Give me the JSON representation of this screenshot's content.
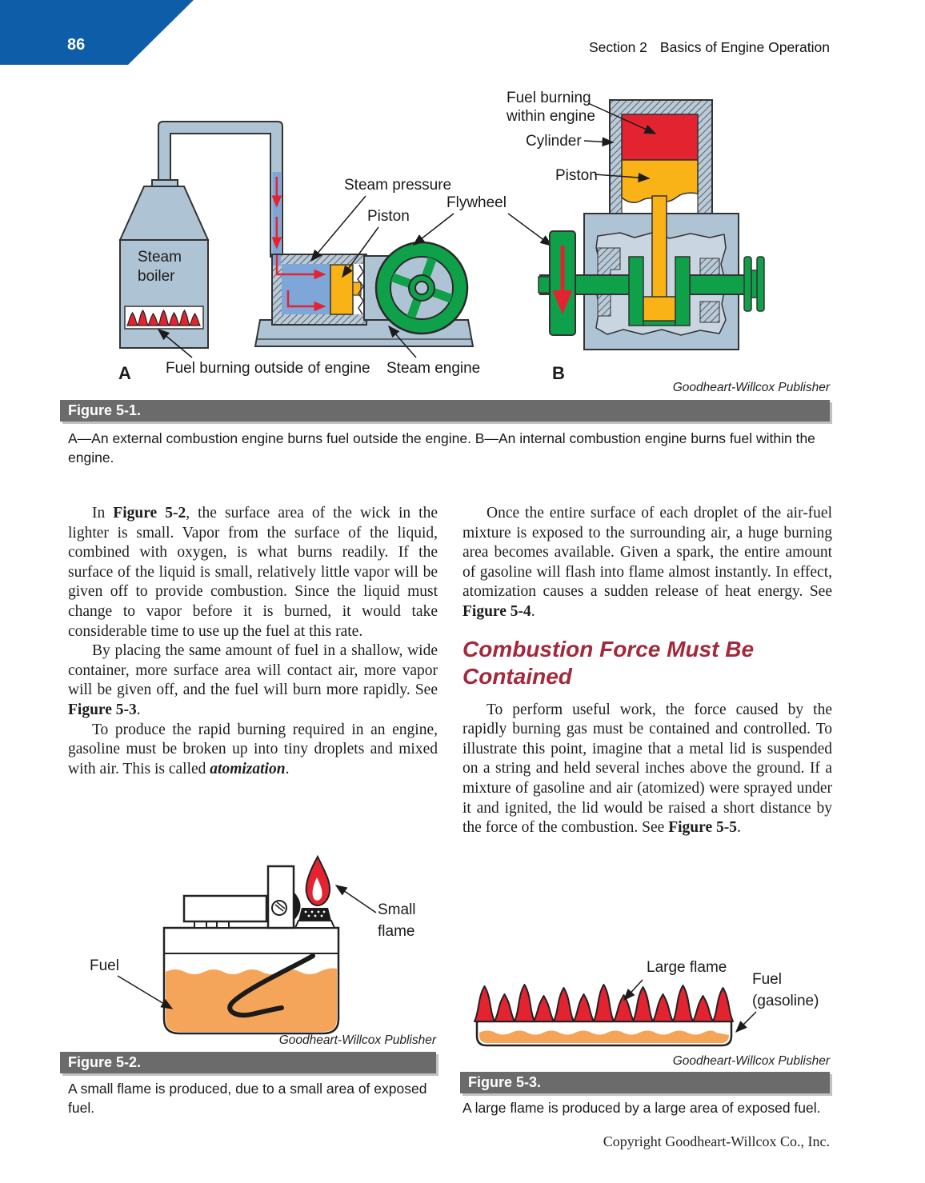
{
  "page": {
    "number": "86",
    "header_section": "Section 2",
    "header_title": "Basics of Engine Operation",
    "copyright": "Copyright Goodheart-Willcox Co., Inc.",
    "colors": {
      "header_blue": "#0E5DA8",
      "figure_bar_gray": "#6b6b6b",
      "heading_red": "#A3293C",
      "flame_red": "#E32330",
      "fuel_orange": "#F5A559",
      "steam_blue": "#7EA6D8",
      "metal_gray_blue": "#AEC4D4",
      "machine_green": "#0FA04A",
      "piston_yellow": "#F9B316"
    }
  },
  "figure1": {
    "bar_label": "Figure 5-1.",
    "credit": "Goodheart-Willcox Publisher",
    "caption": "A—An external combustion engine burns fuel outside the engine. B—An internal combustion engine burns fuel within the engine.",
    "labels": {
      "steam_pressure": "Steam pressure",
      "piston_a": "Piston",
      "flywheel": "Flywheel",
      "steam_boiler_1": "Steam",
      "steam_boiler_2": "boiler",
      "fuel_outside": "Fuel burning outside of engine",
      "steam_engine": "Steam engine",
      "marker_a": "A",
      "fuel_within_1": "Fuel burning",
      "fuel_within_2": "within engine",
      "cylinder": "Cylinder",
      "piston_b": "Piston",
      "marker_b": "B"
    }
  },
  "body": {
    "left": {
      "p1": {
        "pre": "In ",
        "ref": "Figure 5-2",
        "post": ", the surface area of the wick in the lighter is small. Vapor from the surface of the liquid, combined with oxygen, is what burns readily. If the surface of the liquid is small, relatively little vapor will be given off to provide combustion. Since the liquid must change to vapor before it is burned, it would take considerable time to use up the fuel at this rate."
      },
      "p2": {
        "pre": "By placing the same amount of fuel in a shallow, wide container, more surface area will contact air, more vapor will be given off, and the fuel will burn more rapidly. See ",
        "ref": "Figure 5-3",
        "post": "."
      },
      "p3": {
        "pre": "To produce the rapid burning required in an engine, gasoline must be broken up into tiny droplets and mixed with air. This is called ",
        "term": "atomization",
        "post": "."
      }
    },
    "right": {
      "p1": {
        "pre": "Once the entire surface of each droplet of the air-fuel mixture is exposed to the surrounding air, a huge burning area becomes available. Given a spark, the entire amount of gasoline will flash into flame almost instantly. In effect, atomization causes a sudden release of heat energy. See ",
        "ref": "Figure 5-4",
        "post": "."
      },
      "heading": "Combustion Force Must Be Contained",
      "p2": {
        "pre": "To perform useful work, the force caused by the rapidly burning gas must be contained and controlled. To illustrate this point, imagine that a metal lid is suspended on a string and held several inches above the ground. If a mixture of gasoline and air (atomized) were sprayed under it and ignited, the lid would be raised a short distance by the force of the combustion. See ",
        "ref": "Figure 5-5",
        "post": "."
      }
    }
  },
  "figure2": {
    "labels": {
      "fuel": "Fuel",
      "small_flame_1": "Small",
      "small_flame_2": "flame"
    },
    "credit": "Goodheart-Willcox Publisher",
    "bar_label": "Figure 5-2.",
    "caption": "A small flame is produced, due to a small area of exposed fuel."
  },
  "figure3": {
    "labels": {
      "large_flame": "Large flame",
      "fuel_1": "Fuel",
      "fuel_2": "(gasoline)"
    },
    "credit": "Goodheart-Willcox Publisher",
    "bar_label": "Figure 5-3.",
    "caption": "A large flame is produced by a large area of exposed fuel."
  }
}
